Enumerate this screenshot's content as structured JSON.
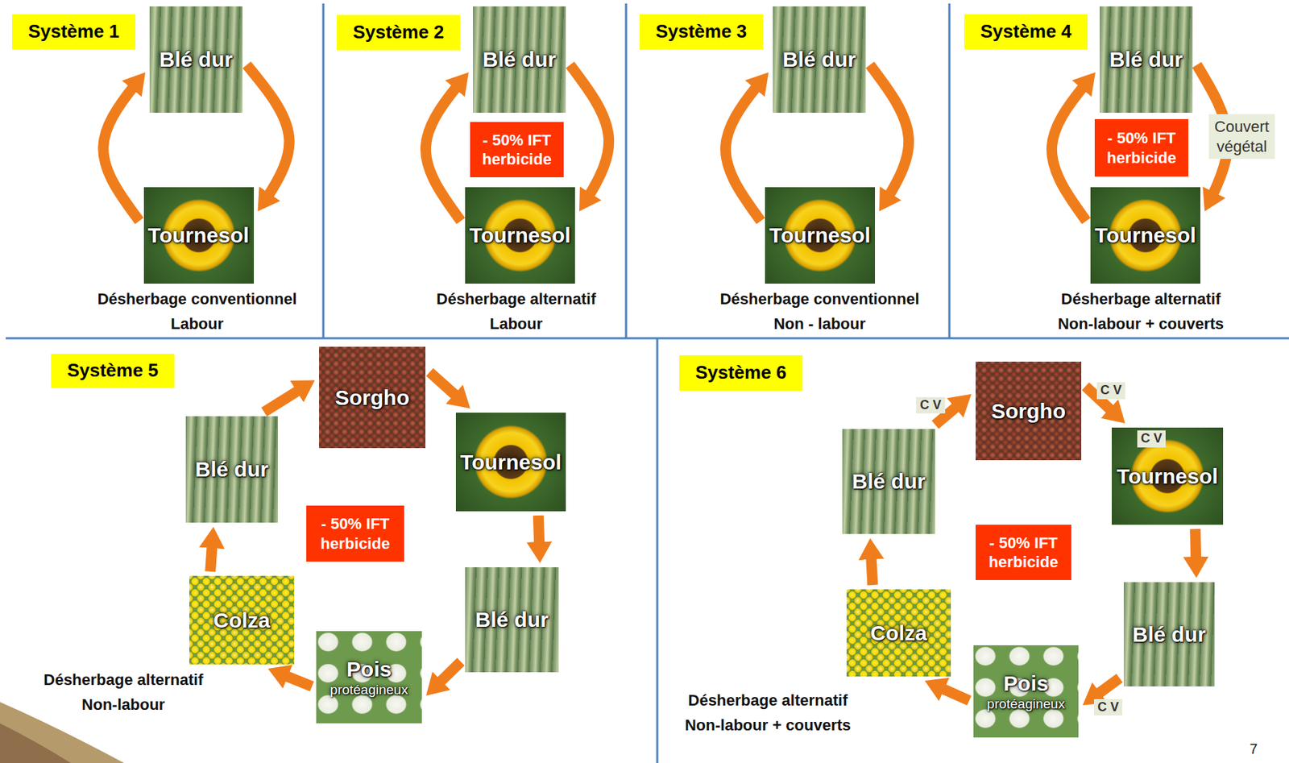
{
  "diagram": {
    "nodes": [
      {
        "text": [
          "Système 1"
        ]
      },
      {
        "text": [
          "Blé dur"
        ]
      },
      {
        "text": [
          "Tournesol"
        ]
      },
      {
        "text": [
          "Système 2"
        ]
      },
      {
        "text": [
          "Blé dur"
        ]
      },
      {
        "text": [
          "- 50% IFT herbicide"
        ]
      },
      {
        "text": [
          "Tournesol"
        ]
      },
      {
        "text": [
          "Système 3"
        ]
      },
      {
        "text": [
          "Blé dur"
        ]
      },
      {
        "text": [
          "Tournesol"
        ]
      },
      {
        "text": [
          "Système 4"
        ]
      },
      {
        "text": [
          "Blé dur"
        ]
      },
      {
        "text": [
          "- 50% IFT herbicide"
        ]
      },
      {
        "text": [
          "Tournesol"
        ]
      },
      {
        "text": [
          "Système 5"
        ]
      },
      {
        "text": [
          "Sorgho"
        ]
      },
      {
        "text": [
          "Blé dur"
        ]
      },
      {
        "text": [
          "Tournesol"
        ]
      },
      {
        "text": [
          "- 50% IFT herbicide"
        ]
      },
      {
        "text": [
          "Colza"
        ]
      },
      {
        "text": [
          "Blé dur"
        ]
      },
      {
        "text": [
          "Pois",
          "protéagineux"
        ]
      },
      {
        "text": [
          "Système 6"
        ]
      },
      {
        "text": [
          "Sorgho"
        ]
      },
      {
        "text": [
          "Blé dur"
        ]
      },
      {
        "text": [
          "Tournesol"
        ]
      },
      {
        "text": [
          "- 50% IFT herbicide"
        ]
      },
      {
        "text": [
          "Colza"
        ]
      },
      {
        "text": [
          "Blé dur"
        ]
      },
      {
        "text": [
          "Pois",
          "protéagineux"
        ]
      }
    ],
    "edges": [
      {
        "from": 1,
        "to": 2,
        "arrow": "to"
      },
      {
        "from": 2,
        "to": 1,
        "arrow": "to"
      },
      {
        "from": 4,
        "to": 6,
        "arrow": "to"
      },
      {
        "from": 6,
        "to": 4,
        "arrow": "to"
      },
      {
        "from": 8,
        "to": 9,
        "arrow": "to"
      },
      {
        "from": 9,
        "to": 8,
        "arrow": "to"
      },
      {
        "from": 11,
        "to": 13,
        "label": "Couvert végétal",
        "arrow": "to"
      },
      {
        "from": 13,
        "to": 11,
        "arrow": "to"
      },
      {
        "from": 16,
        "to": 15,
        "arrow": "to"
      },
      {
        "from": 15,
        "to": 17,
        "arrow": "to"
      },
      {
        "from": 17,
        "to": 20,
        "arrow": "to"
      },
      {
        "from": 20,
        "to": 21,
        "arrow": "to"
      },
      {
        "from": 21,
        "to": 19,
        "arrow": "to"
      },
      {
        "from": 19,
        "to": 16,
        "arrow": "to"
      },
      {
        "from": 24,
        "to": 23,
        "label": "C V",
        "arrow": "to"
      },
      {
        "from": 23,
        "to": 25,
        "label": "C V",
        "arrow": "to"
      },
      {
        "from": 25,
        "to": 28,
        "arrow": "to"
      },
      {
        "from": 28,
        "to": 29,
        "label": "C V",
        "arrow": "to"
      },
      {
        "from": 29,
        "to": 27,
        "arrow": "to"
      },
      {
        "from": 27,
        "to": 24,
        "arrow": "to"
      }
    ],
    "labels": [
      "Désherbage conventionnel",
      "Labour",
      "Désherbage alternatif",
      "Labour",
      "Désherbage conventionnel",
      "Non - labour",
      "Désherbage alternatif",
      "Non-labour + couverts",
      "Désherbage alternatif",
      "Non-labour",
      "C V",
      "Désherbage alternatif",
      "Non-labour + couverts",
      "7"
    ]
  }
}
